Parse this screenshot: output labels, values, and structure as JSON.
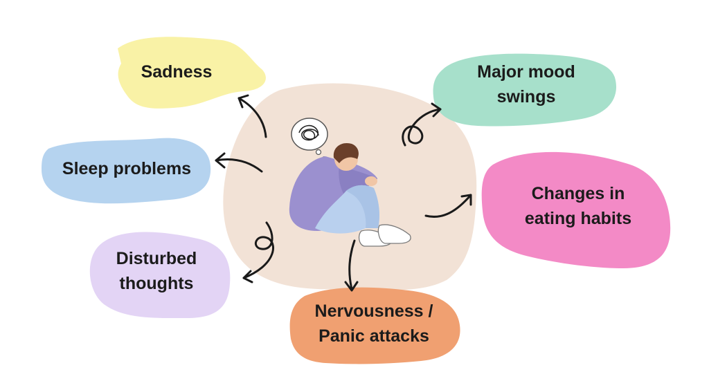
{
  "center": {
    "illustration": "person-sitting-hugging-knees",
    "thought_bubble": "scribble-thought-bubble-icon"
  },
  "symptoms": {
    "sadness": {
      "label": "Sadness",
      "color": "#f9f2a6"
    },
    "sleep": {
      "label": "Sleep problems",
      "color": "#b5d3ef"
    },
    "disturbed": {
      "line1": "Disturbed",
      "line2": "thoughts",
      "color": "#e3d4f5"
    },
    "nervous": {
      "line1": "Nervousness /",
      "line2": "Panic attacks",
      "color": "#f0a071"
    },
    "eating": {
      "line1": "Changes in",
      "line2": "eating habits",
      "color": "#f38ac6"
    },
    "mood": {
      "line1": "Major mood",
      "line2": "swings",
      "color": "#a7e0cb"
    }
  },
  "colors": {
    "center_blob": "#f2e2d6",
    "arrow": "#1a1a1a",
    "shirt": "#9b90cf",
    "pants": "#b9d0ee",
    "hair": "#6a3f2a",
    "skin": "#f1c6a6"
  }
}
